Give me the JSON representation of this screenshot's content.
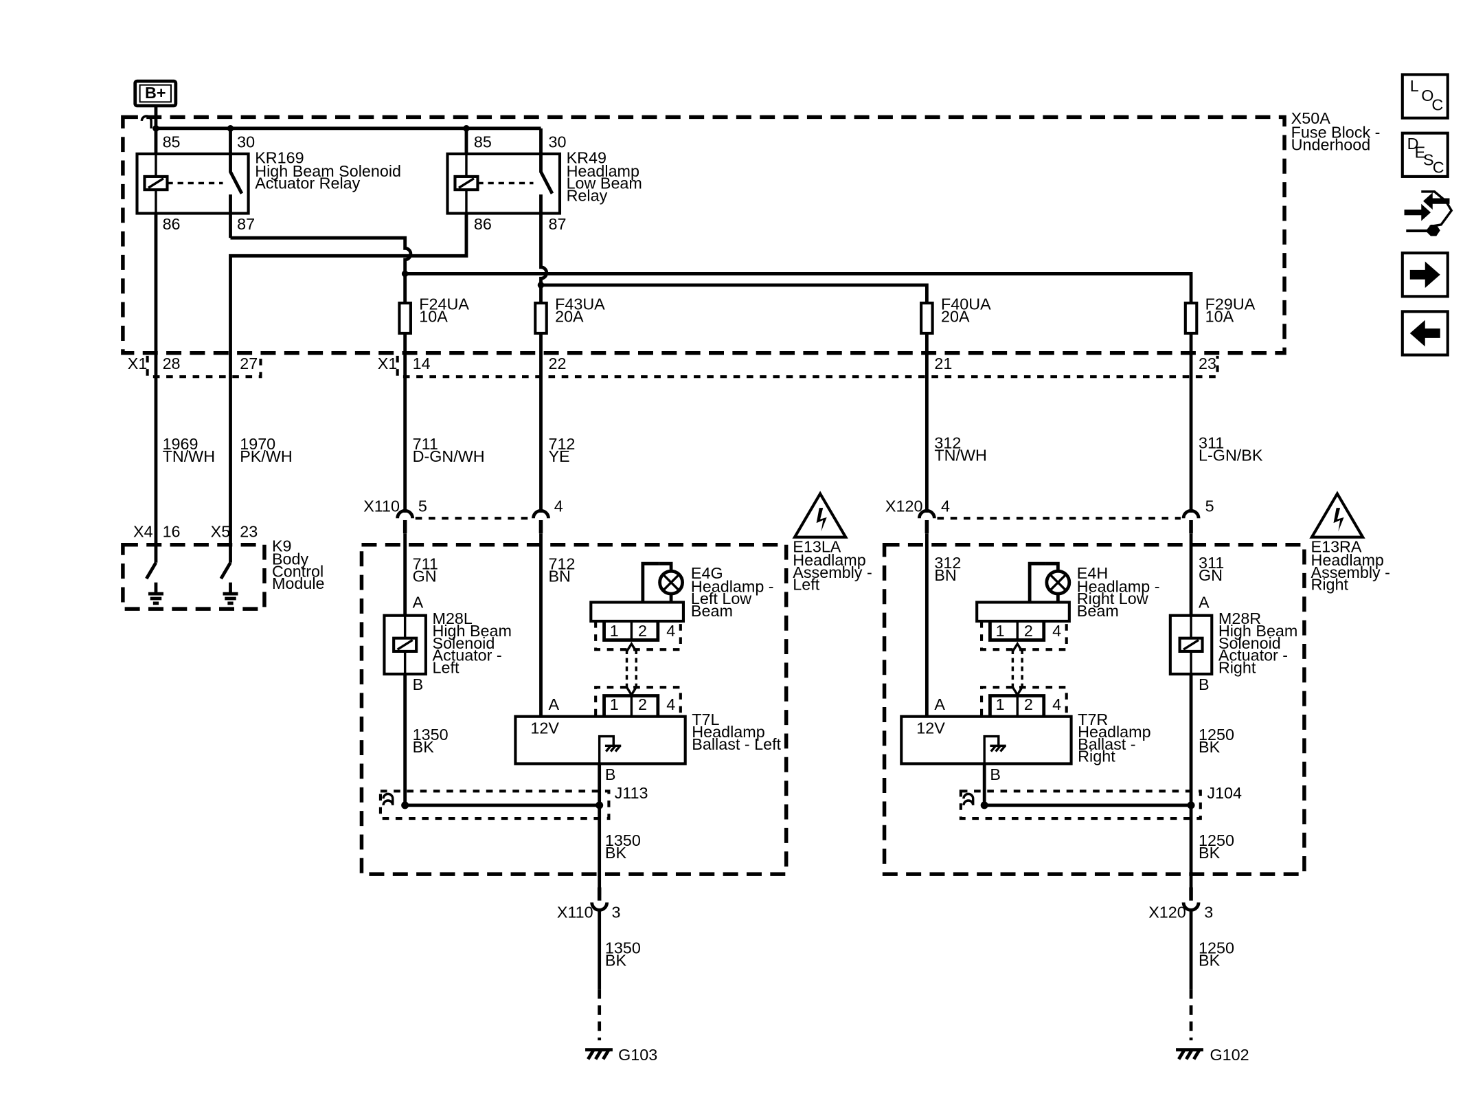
{
  "power": {
    "label": "B+"
  },
  "fuse_block": {
    "id": "X50A",
    "name": "Fuse Block - Underhood",
    "connector": "X1"
  },
  "relays": [
    {
      "id": "KR169",
      "name": "High Beam Solenoid Actuator Relay",
      "pins": [
        "85",
        "30",
        "86",
        "87"
      ]
    },
    {
      "id": "KR49",
      "name": "Headlamp Low Beam Relay",
      "pins": [
        "85",
        "30",
        "86",
        "87"
      ]
    }
  ],
  "fuses": [
    {
      "id": "F24UA",
      "rating": "10A",
      "pin": "14"
    },
    {
      "id": "F43UA",
      "rating": "20A",
      "pin": "22"
    },
    {
      "id": "F40UA",
      "rating": "20A",
      "pin": "21"
    },
    {
      "id": "F29UA",
      "rating": "10A",
      "pin": "23"
    }
  ],
  "relay_control_pins": [
    "28",
    "27"
  ],
  "circuits": [
    {
      "num": "1969",
      "color": "TN/WH"
    },
    {
      "num": "1970",
      "color": "PK/WH"
    },
    {
      "num": "711",
      "color": "D-GN/WH"
    },
    {
      "num": "712",
      "color": "YE"
    },
    {
      "num": "312",
      "color": "TN/WH"
    },
    {
      "num": "311",
      "color": "L-GN/BK"
    }
  ],
  "bcm": {
    "id": "K9",
    "name": "Body Control Module",
    "connectors": [
      {
        "id": "X4",
        "pin": "16"
      },
      {
        "id": "X5",
        "pin": "23"
      }
    ]
  },
  "left": {
    "connector": "X110",
    "pins": [
      "5",
      "4"
    ],
    "assembly_id": "E13LA",
    "assembly_name": "Headlamp Assembly - Left",
    "circ_a": {
      "num": "711",
      "color": "GN"
    },
    "circ_b": {
      "num": "712",
      "color": "BN"
    },
    "solenoid": {
      "id": "M28L",
      "name": "High Beam Solenoid Actuator - Left",
      "pin_a": "A",
      "pin_b": "B"
    },
    "lamp": {
      "id": "E4G",
      "name": "Headlamp - Left Low Beam"
    },
    "conn_pins": [
      "1",
      "2",
      "4"
    ],
    "ballast": {
      "id": "T7L",
      "name": "Headlamp Ballast - Left",
      "voltage": "12V",
      "pin_a": "A",
      "pin_b": "B"
    },
    "ground_circ": {
      "num": "1350",
      "color": "BK"
    },
    "splice": "J113",
    "ground_conn": {
      "id": "X110",
      "pin": "3"
    },
    "ground": "G103"
  },
  "right": {
    "connector": "X120",
    "pins": [
      "4",
      "5"
    ],
    "assembly_id": "E13RA",
    "assembly_name": "Headlamp Assembly - Right",
    "circ_a": {
      "num": "312",
      "color": "BN"
    },
    "circ_b": {
      "num": "311",
      "color": "GN"
    },
    "solenoid": {
      "id": "M28R",
      "name": "High Beam Solenoid Actuator - Right",
      "pin_a": "A",
      "pin_b": "B"
    },
    "lamp": {
      "id": "E4H",
      "name": "Headlamp - Right Low Beam"
    },
    "conn_pins": [
      "1",
      "2",
      "4"
    ],
    "ballast": {
      "id": "T7R",
      "name": "Headlamp Ballast - Right",
      "voltage": "12V",
      "pin_a": "A",
      "pin_b": "B"
    },
    "ground_circ": {
      "num": "1250",
      "color": "BK"
    },
    "splice": "J104",
    "ground_conn": {
      "id": "X120",
      "pin": "3"
    },
    "ground": "G102"
  },
  "nav": {
    "loc": {
      "letters": [
        "L",
        "O",
        "C"
      ]
    },
    "desc": {
      "letters": [
        "D",
        "E",
        "S",
        "C"
      ]
    },
    "items": [
      "loc-button",
      "desc-button",
      "connector-tools-button",
      "next-arrow-button",
      "previous-arrow-button"
    ]
  }
}
